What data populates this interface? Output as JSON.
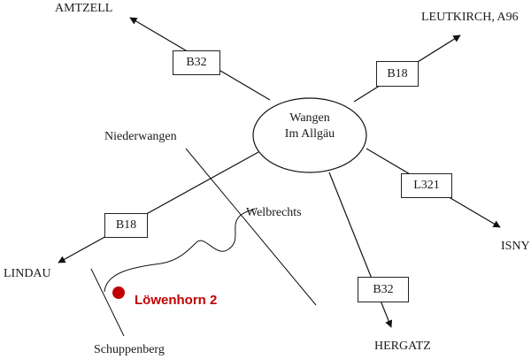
{
  "center": {
    "line1": "Wangen",
    "line2": "Im Allgäu"
  },
  "destinations": {
    "amtzell": "AMTZELL",
    "leutkirch": "LEUTKIRCH, A96",
    "isny": "ISNY",
    "hergatz": "HERGATZ",
    "lindau": "LINDAU"
  },
  "roads": {
    "b32_north": "B32",
    "b18_north": "B18",
    "l321": "L321",
    "b32_south": "B32",
    "b18_west": "B18"
  },
  "places": {
    "niederwangen": "Niederwangen",
    "welbrechts": "Welbrechts",
    "schuppenberg": "Schuppenberg"
  },
  "poi": {
    "label": "Löwenhorn 2",
    "color": "#c00000"
  }
}
